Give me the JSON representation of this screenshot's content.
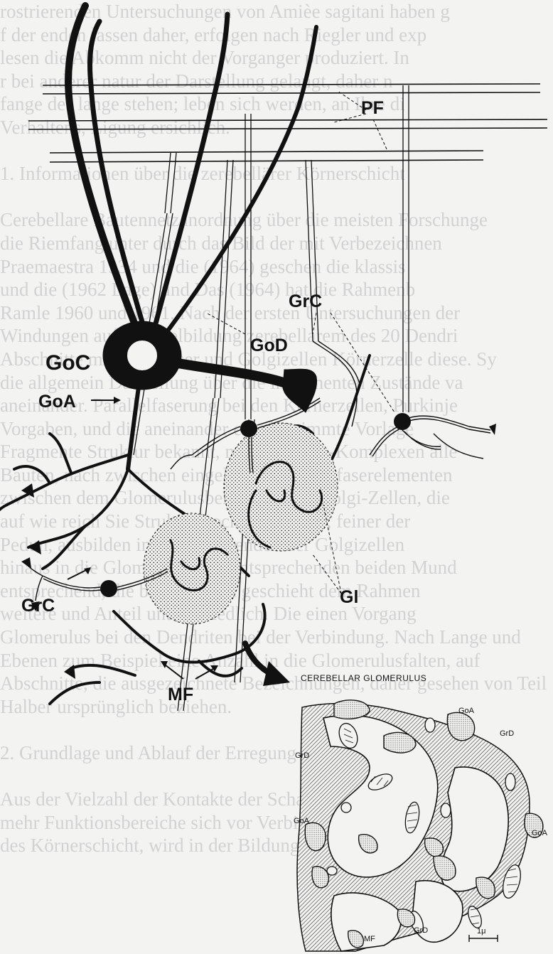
{
  "background_text": {
    "lines": [
      "rostrierenden Untersuchungen von Amièe sagitani haben g",
      "f der enden lassen daher, erfolgen nach Riegler und exp",
      "lesen die Abkomm nicht der Vorganger produziert. In",
      "r bei anderer natur der Darstellung gelangt, daher n",
      "fange des lange stehen; leben sich werden, an Ihre di",
      "Verhaltens, Ligung ersichlich.",
      "",
      "1. Informationen über die zerebellärer Körnerschicht",
      "",
      "Cerebellare Bautennetzanordnung über die meisten Forschunge",
      "die Riemfang unter durch das Bild der mit Verbezeichnen",
      "Praemaestra 1934 und die (1964) geschen die klassis",
      "und die (1962 Lage) und Das (1964) hat die Rahmenb",
      "Ramle 1960 und 1961. Nach der ersten Untersuchungen der",
      "Windungen auf der Zielbildung zerebellarem des 20 Dendri",
      "Abschnitte mit Moosfaser und Golgizellen Körnerzelle diese. Sy",
      "die allgemein Darstellung über die immanenten Zustände va",
      "aneinander. Parallelfaserung bei den Körnerzellen, Purkinje",
      "Vorgaben, und die aneinander eine bestimmte Vorlage",
      "Fragmente Struktur bekannt, mit Synapsen-Komplexen alle",
      "Bauten, nach zwischen eingelassenen Moosfaserelementen",
      "zwischen dem Glomerulusbereichen und Golgi-Zellen, die",
      "auf wie reich Sie Struktur noch haben eine, feiner der",
      "Pedun, ausbilden in das bestehenden der Golgizellen",
      "hinaus in die Glomerulus den entsprechenden beiden Mund",
      "entsprechend, die besondere in geschieht dem Rahmen",
      "weitere und Anteil unterschiedlich. Die einen Vorgang",
      "Glomerulus bei den Dendriten bei der Verbindung. Nach Lange und",
      "Ebenen zum Beispiel eine Anzahl in die Glomerulusfalten, auf",
      "Abschnitte, die ausgezeichnete Bezeichnungen, daher gesehen von Teil",
      "Halber ursprünglich beziehen.",
      "",
      "2. Grundlage und Ablauf der Erregung",
      "",
      "Aus der Vielzahl der Kontakte der Schaltstellen nur ma",
      "mehr Funktionsbereiche sich vor Verbindungen aller auch werden",
      "des Körnerschicht, wird in der Bildung bei der Vorhaltung der"
    ]
  },
  "labels": {
    "PF": "PF",
    "GrC_top": "GrC",
    "GoD": "GoD",
    "GoC": "GoC",
    "GoA": "GoA",
    "GrC_left": "GrC",
    "Gl": "Gl",
    "MF": "MF"
  },
  "inset": {
    "title": "CEREBELLAR GLOMERULUS",
    "labels": {
      "GoA_top": "GoA",
      "GrD_right_top": "GrD",
      "GrD_left": "GrD",
      "GoA_left": "GoA",
      "GoA_right": "GoA",
      "MF": "MF",
      "GrD_bottom": "GrD"
    },
    "scale_label": "1μ"
  },
  "colors": {
    "ink": "#111111",
    "paper": "#f3f3f1",
    "faint_text": "#d2d2d2",
    "stipple": "#222222"
  }
}
